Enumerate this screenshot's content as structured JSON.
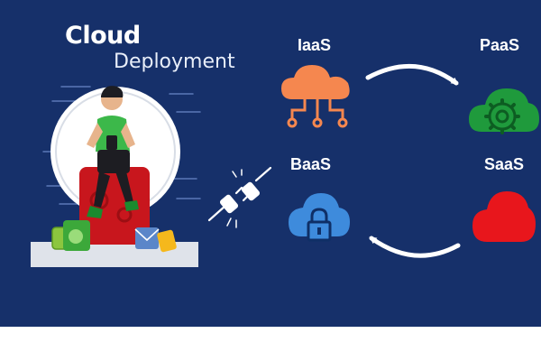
{
  "title": {
    "line1": "Cloud",
    "line2": "Deployment"
  },
  "services": {
    "iaas": {
      "label": "IaaS",
      "color": "#f5874f",
      "icon": "network-cloud-icon"
    },
    "paas": {
      "label": "PaaS",
      "color": "#1f9a3c",
      "icon": "gear-cloud-icon"
    },
    "baas": {
      "label": "BaaS",
      "color": "#3e8bdc",
      "icon": "lock-cloud-icon"
    },
    "saas": {
      "label": "SaaS",
      "color": "#e8161c",
      "icon": "plain-cloud-icon"
    }
  },
  "colors": {
    "background": "#16306a",
    "footer": "#ffffff",
    "text": "#ffffff"
  },
  "decorations": [
    "person-with-phone-illustration",
    "plug-connector-icon",
    "cycle-arrows"
  ]
}
